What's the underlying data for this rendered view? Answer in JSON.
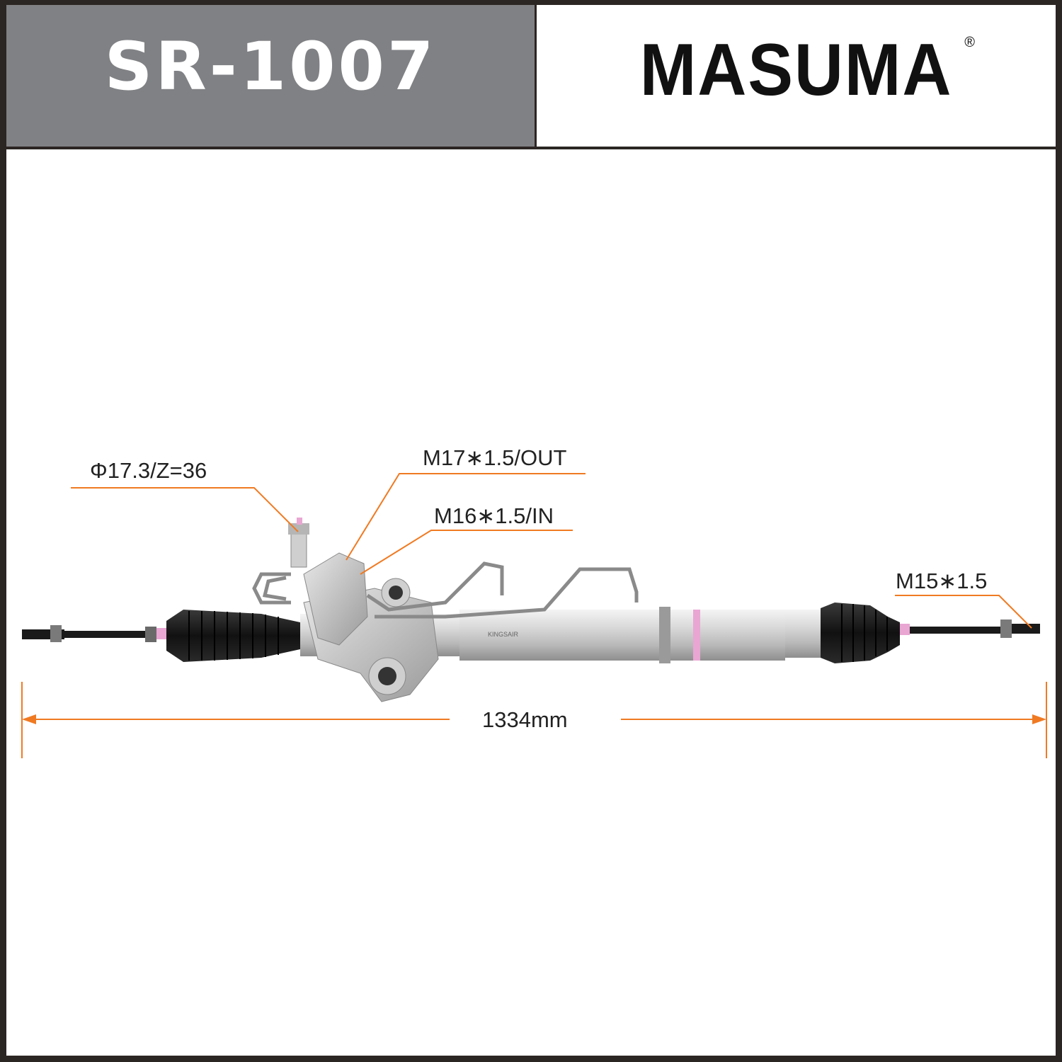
{
  "header": {
    "part_number": "SR-1007",
    "brand": "MASUMA",
    "trademark": "®"
  },
  "specs": {
    "pinion": "Φ17.3/Z=36",
    "out_port": "M17∗1.5/OUT",
    "in_port": "M16∗1.5/IN",
    "tie_rod_thread": "M15∗1.5",
    "overall_length": "1334mm"
  },
  "colors": {
    "accent": "#f07a22",
    "header_grey": "#808184",
    "frame": "#2b2523",
    "marker_pink": "#e9a6d3"
  }
}
